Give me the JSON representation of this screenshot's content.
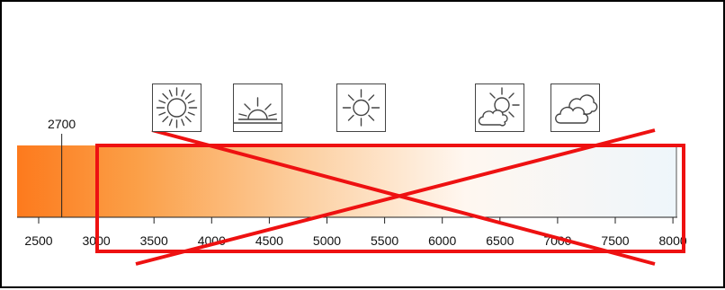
{
  "scale": {
    "min": 2500,
    "max": 8000,
    "tick_values": [
      2500,
      3000,
      3500,
      4000,
      4500,
      5000,
      5500,
      6000,
      6500,
      7000,
      7500,
      8000
    ],
    "tick_labels": [
      "2500",
      "3000",
      "3500",
      "4000",
      "4500",
      "5000",
      "5500",
      "6000",
      "6500",
      "7000",
      "7500",
      "8000"
    ],
    "marker_value": 2700,
    "marker_label": "2700",
    "gradient_colors": [
      "#fd7a1d",
      "#fb9f47",
      "#fccd9c",
      "#fff7f0",
      "#eef6fb"
    ]
  },
  "icons": [
    {
      "name": "bright-sun-icon",
      "value": 3700
    },
    {
      "name": "sunrise-icon",
      "value": 4400
    },
    {
      "name": "sun-icon",
      "value": 5300
    },
    {
      "name": "partly-cloudy-icon",
      "value": 6500
    },
    {
      "name": "cloudy-icon",
      "value": 7150
    }
  ],
  "crossed_out_range": {
    "from": 3000,
    "to": 8000,
    "color": "#ee1111"
  }
}
